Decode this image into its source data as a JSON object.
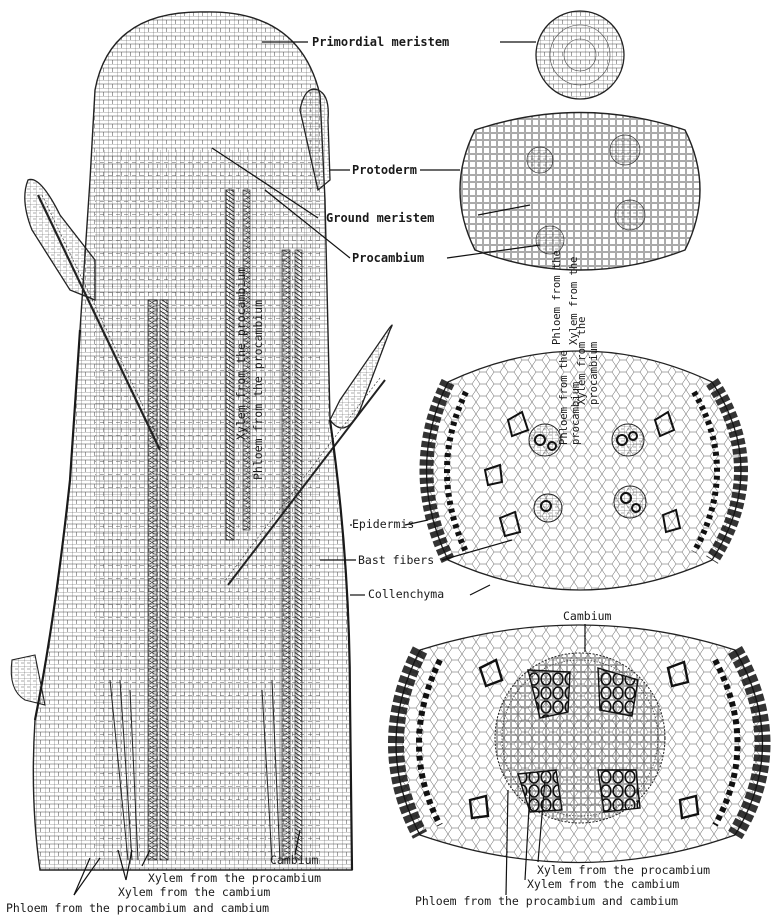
{
  "labels": {
    "primordial_meristem": "Primordial meristem",
    "protoderm": "Protoderm",
    "ground_meristem": "Ground meristem",
    "procambium": "Procambium",
    "xylem_procambium_vertical": "Xylem from the procambium",
    "phloem_procambium_vertical": "Phloem from the procambium",
    "phloem_procambium_cs_a": "Phloem from the",
    "phloem_procambium_cs_b": "procambium",
    "xylem_procambium_cs_a": "Xylem from the",
    "xylem_procambium_cs_b": "procambium",
    "epidermis": "Epidermis",
    "bast_fibers": "Bast fibers",
    "collenchyma": "Collenchyma",
    "cambium_left": "Cambium",
    "xylem_procambium_left": "Xylem from the procambium",
    "xylem_cambium_left": "Xylem from the cambium",
    "phloem_both_left": "Phloem from the procambium and cambium",
    "cambium_right": "Cambium",
    "xylem_procambium_right": "Xylem from the procambium",
    "xylem_cambium_right": "Xylem from the cambium",
    "phloem_both_right": "Phloem from the procambium and cambium"
  }
}
